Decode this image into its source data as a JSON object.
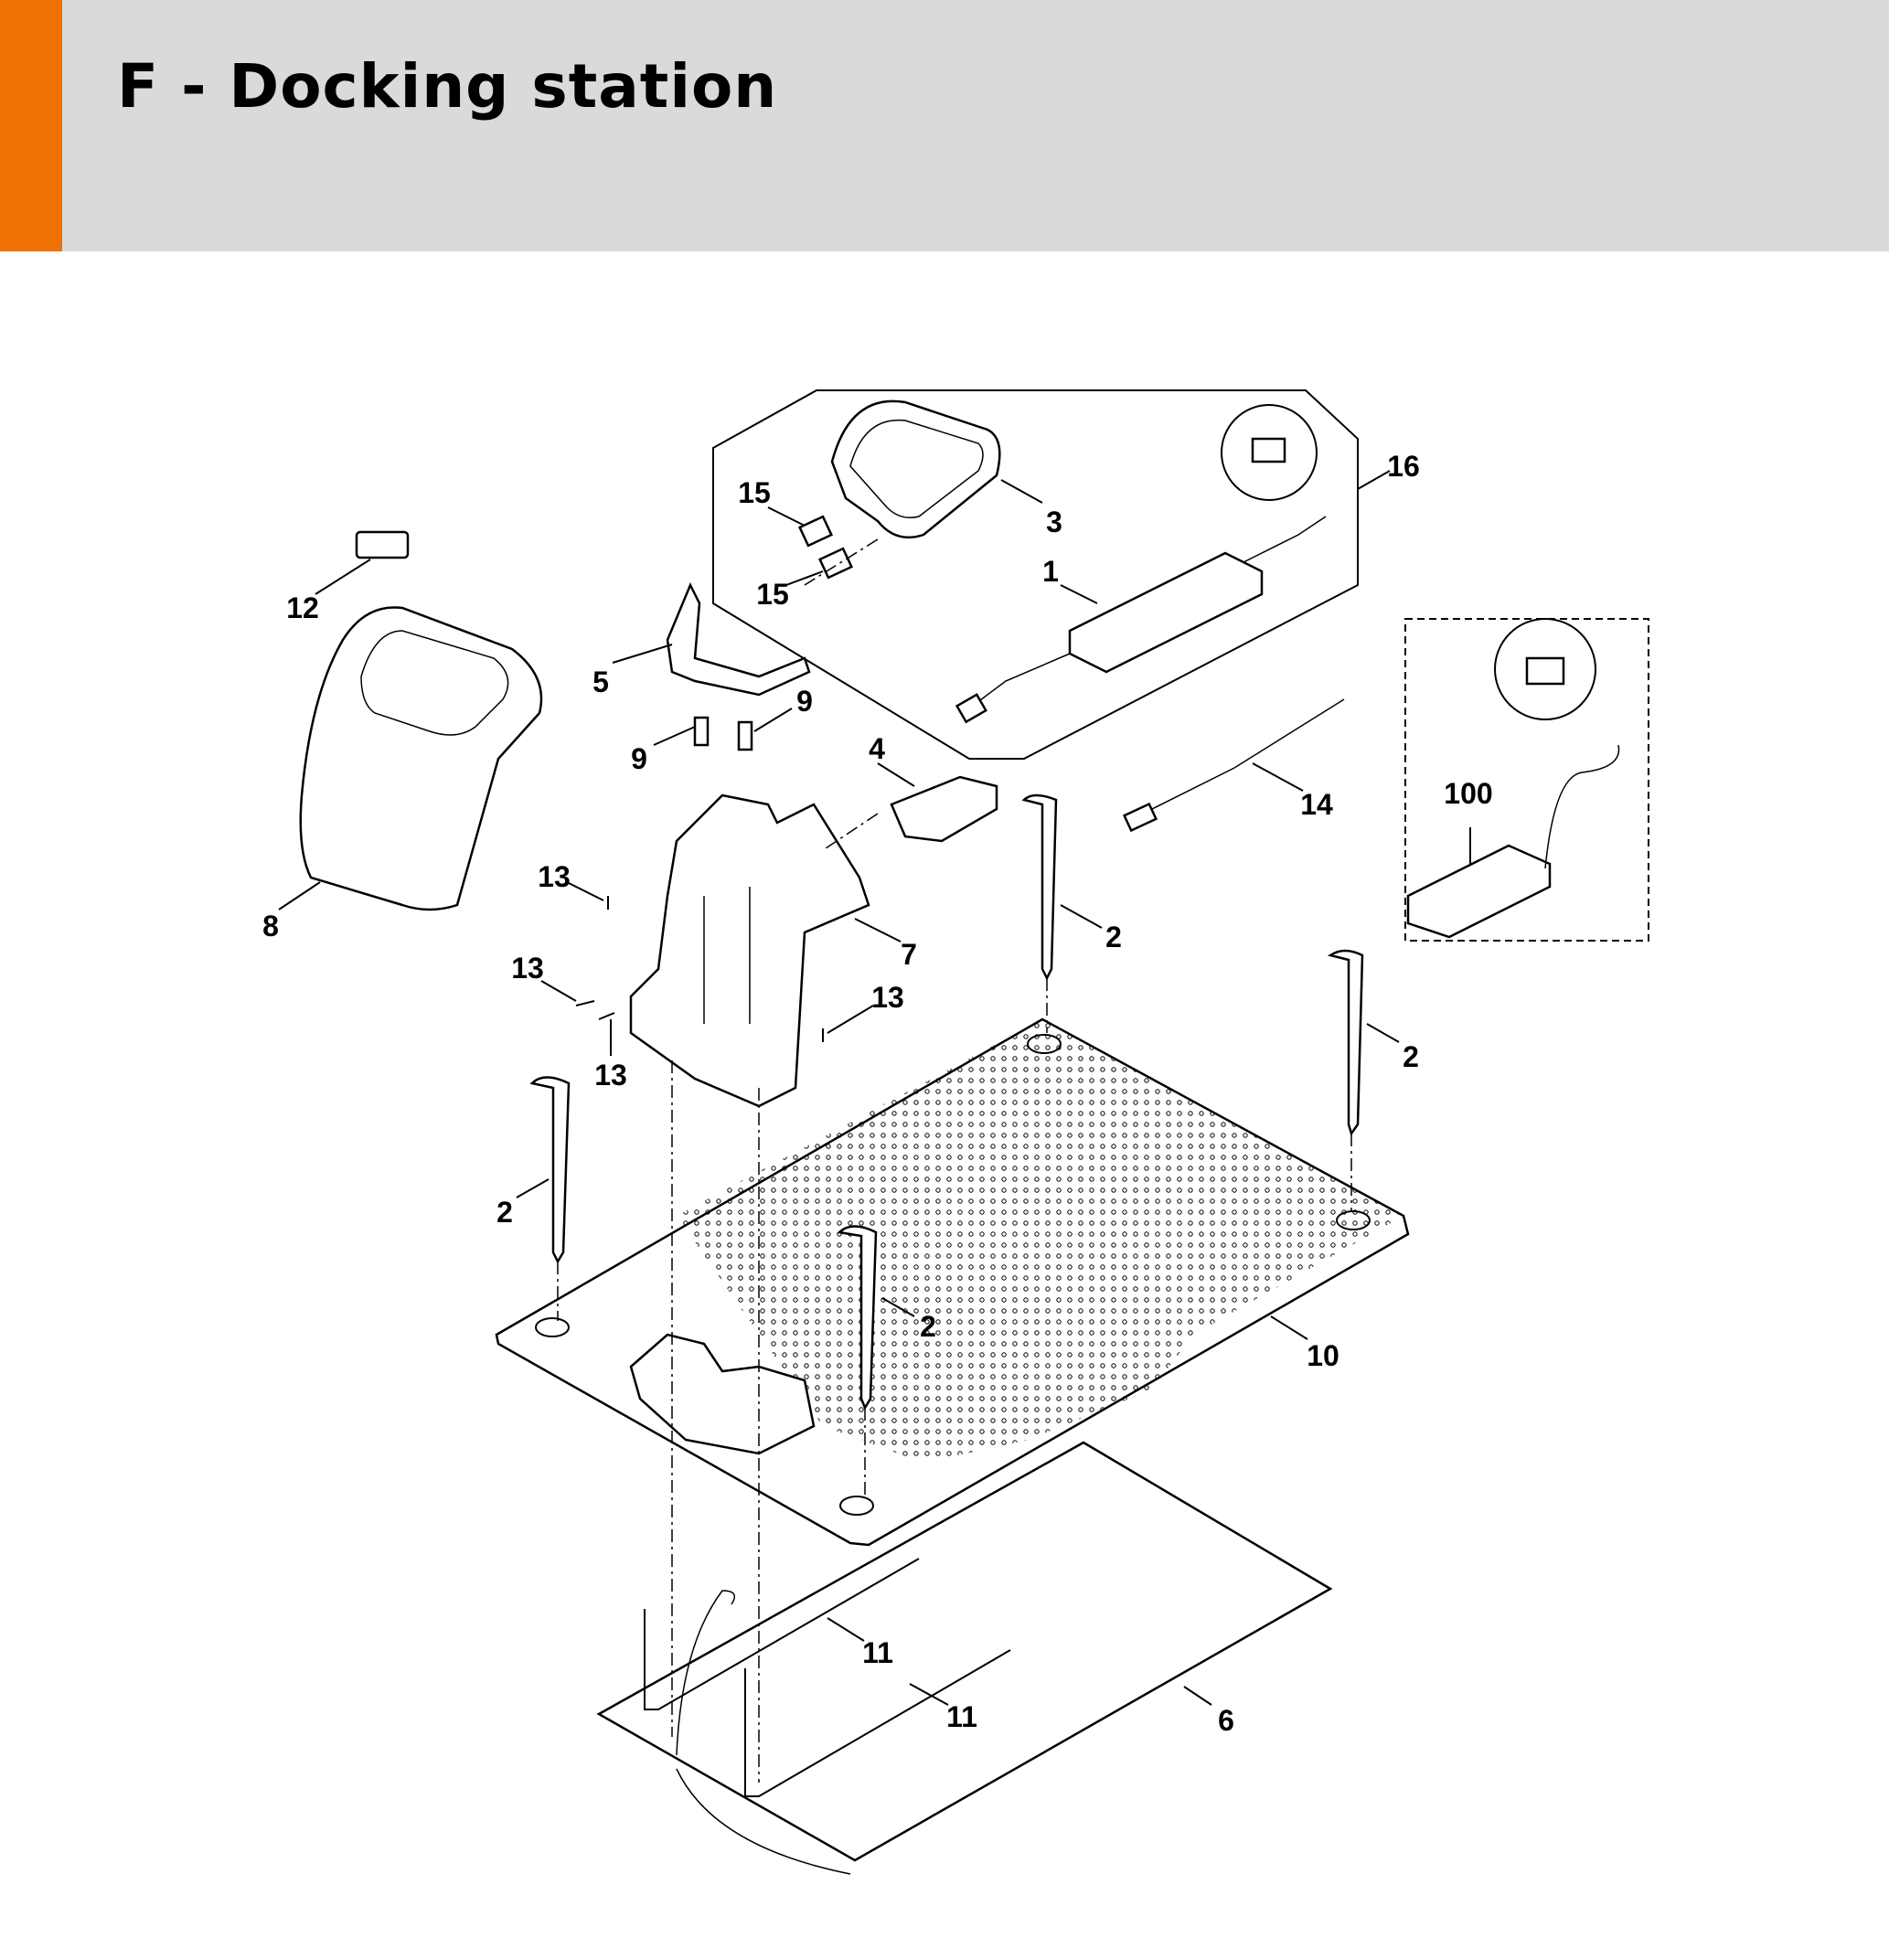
{
  "header": {
    "title": "F - Docking station",
    "accent_color": "#ef7103",
    "background_color": "#d9dbda"
  },
  "diagram": {
    "callouts": [
      "15",
      "3",
      "16",
      "1",
      "15",
      "12",
      "5",
      "9",
      "9",
      "4",
      "100",
      "14",
      "13",
      "8",
      "2",
      "7",
      "13",
      "13",
      "2",
      "13",
      "2",
      "2",
      "10",
      "11",
      "11",
      "6"
    ]
  }
}
